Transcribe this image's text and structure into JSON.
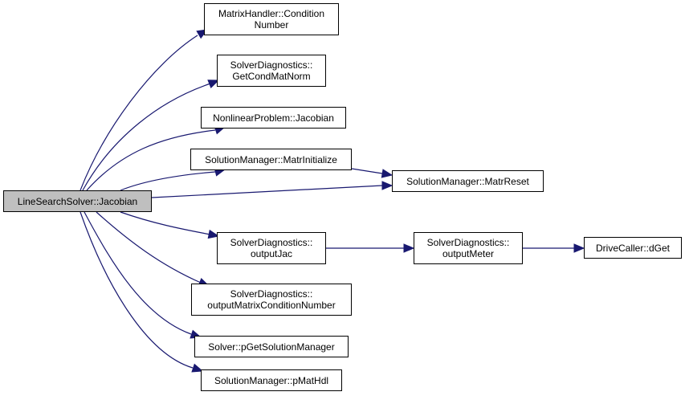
{
  "diagram": {
    "type": "call-graph",
    "edge_color": "#191970",
    "root_fill": "#bfbfbf",
    "nodes": [
      {
        "id": "root",
        "label": "LineSearchSolver::Jacobian",
        "root": true
      },
      {
        "id": "n1",
        "label": "MatrixHandler::Condition\nNumber"
      },
      {
        "id": "n2",
        "label": "SolverDiagnostics::\nGetCondMatNorm"
      },
      {
        "id": "n3",
        "label": "NonlinearProblem::Jacobian"
      },
      {
        "id": "n4",
        "label": "SolutionManager::MatrInitialize"
      },
      {
        "id": "n5",
        "label": "SolutionManager::MatrReset"
      },
      {
        "id": "n6",
        "label": "SolverDiagnostics::\noutputJac"
      },
      {
        "id": "n7",
        "label": "SolverDiagnostics::\noutputMeter"
      },
      {
        "id": "n8",
        "label": "DriveCaller::dGet"
      },
      {
        "id": "n9",
        "label": "SolverDiagnostics::\noutputMatrixConditionNumber"
      },
      {
        "id": "n10",
        "label": "Solver::pGetSolutionManager"
      },
      {
        "id": "n11",
        "label": "SolutionManager::pMatHdl"
      }
    ],
    "edges": [
      {
        "from": "root",
        "to": "n1"
      },
      {
        "from": "root",
        "to": "n2"
      },
      {
        "from": "root",
        "to": "n3"
      },
      {
        "from": "root",
        "to": "n4"
      },
      {
        "from": "root",
        "to": "n5"
      },
      {
        "from": "n4",
        "to": "n5"
      },
      {
        "from": "root",
        "to": "n6"
      },
      {
        "from": "n6",
        "to": "n7"
      },
      {
        "from": "n7",
        "to": "n8"
      },
      {
        "from": "root",
        "to": "n9"
      },
      {
        "from": "root",
        "to": "n10"
      },
      {
        "from": "root",
        "to": "n11"
      }
    ]
  }
}
